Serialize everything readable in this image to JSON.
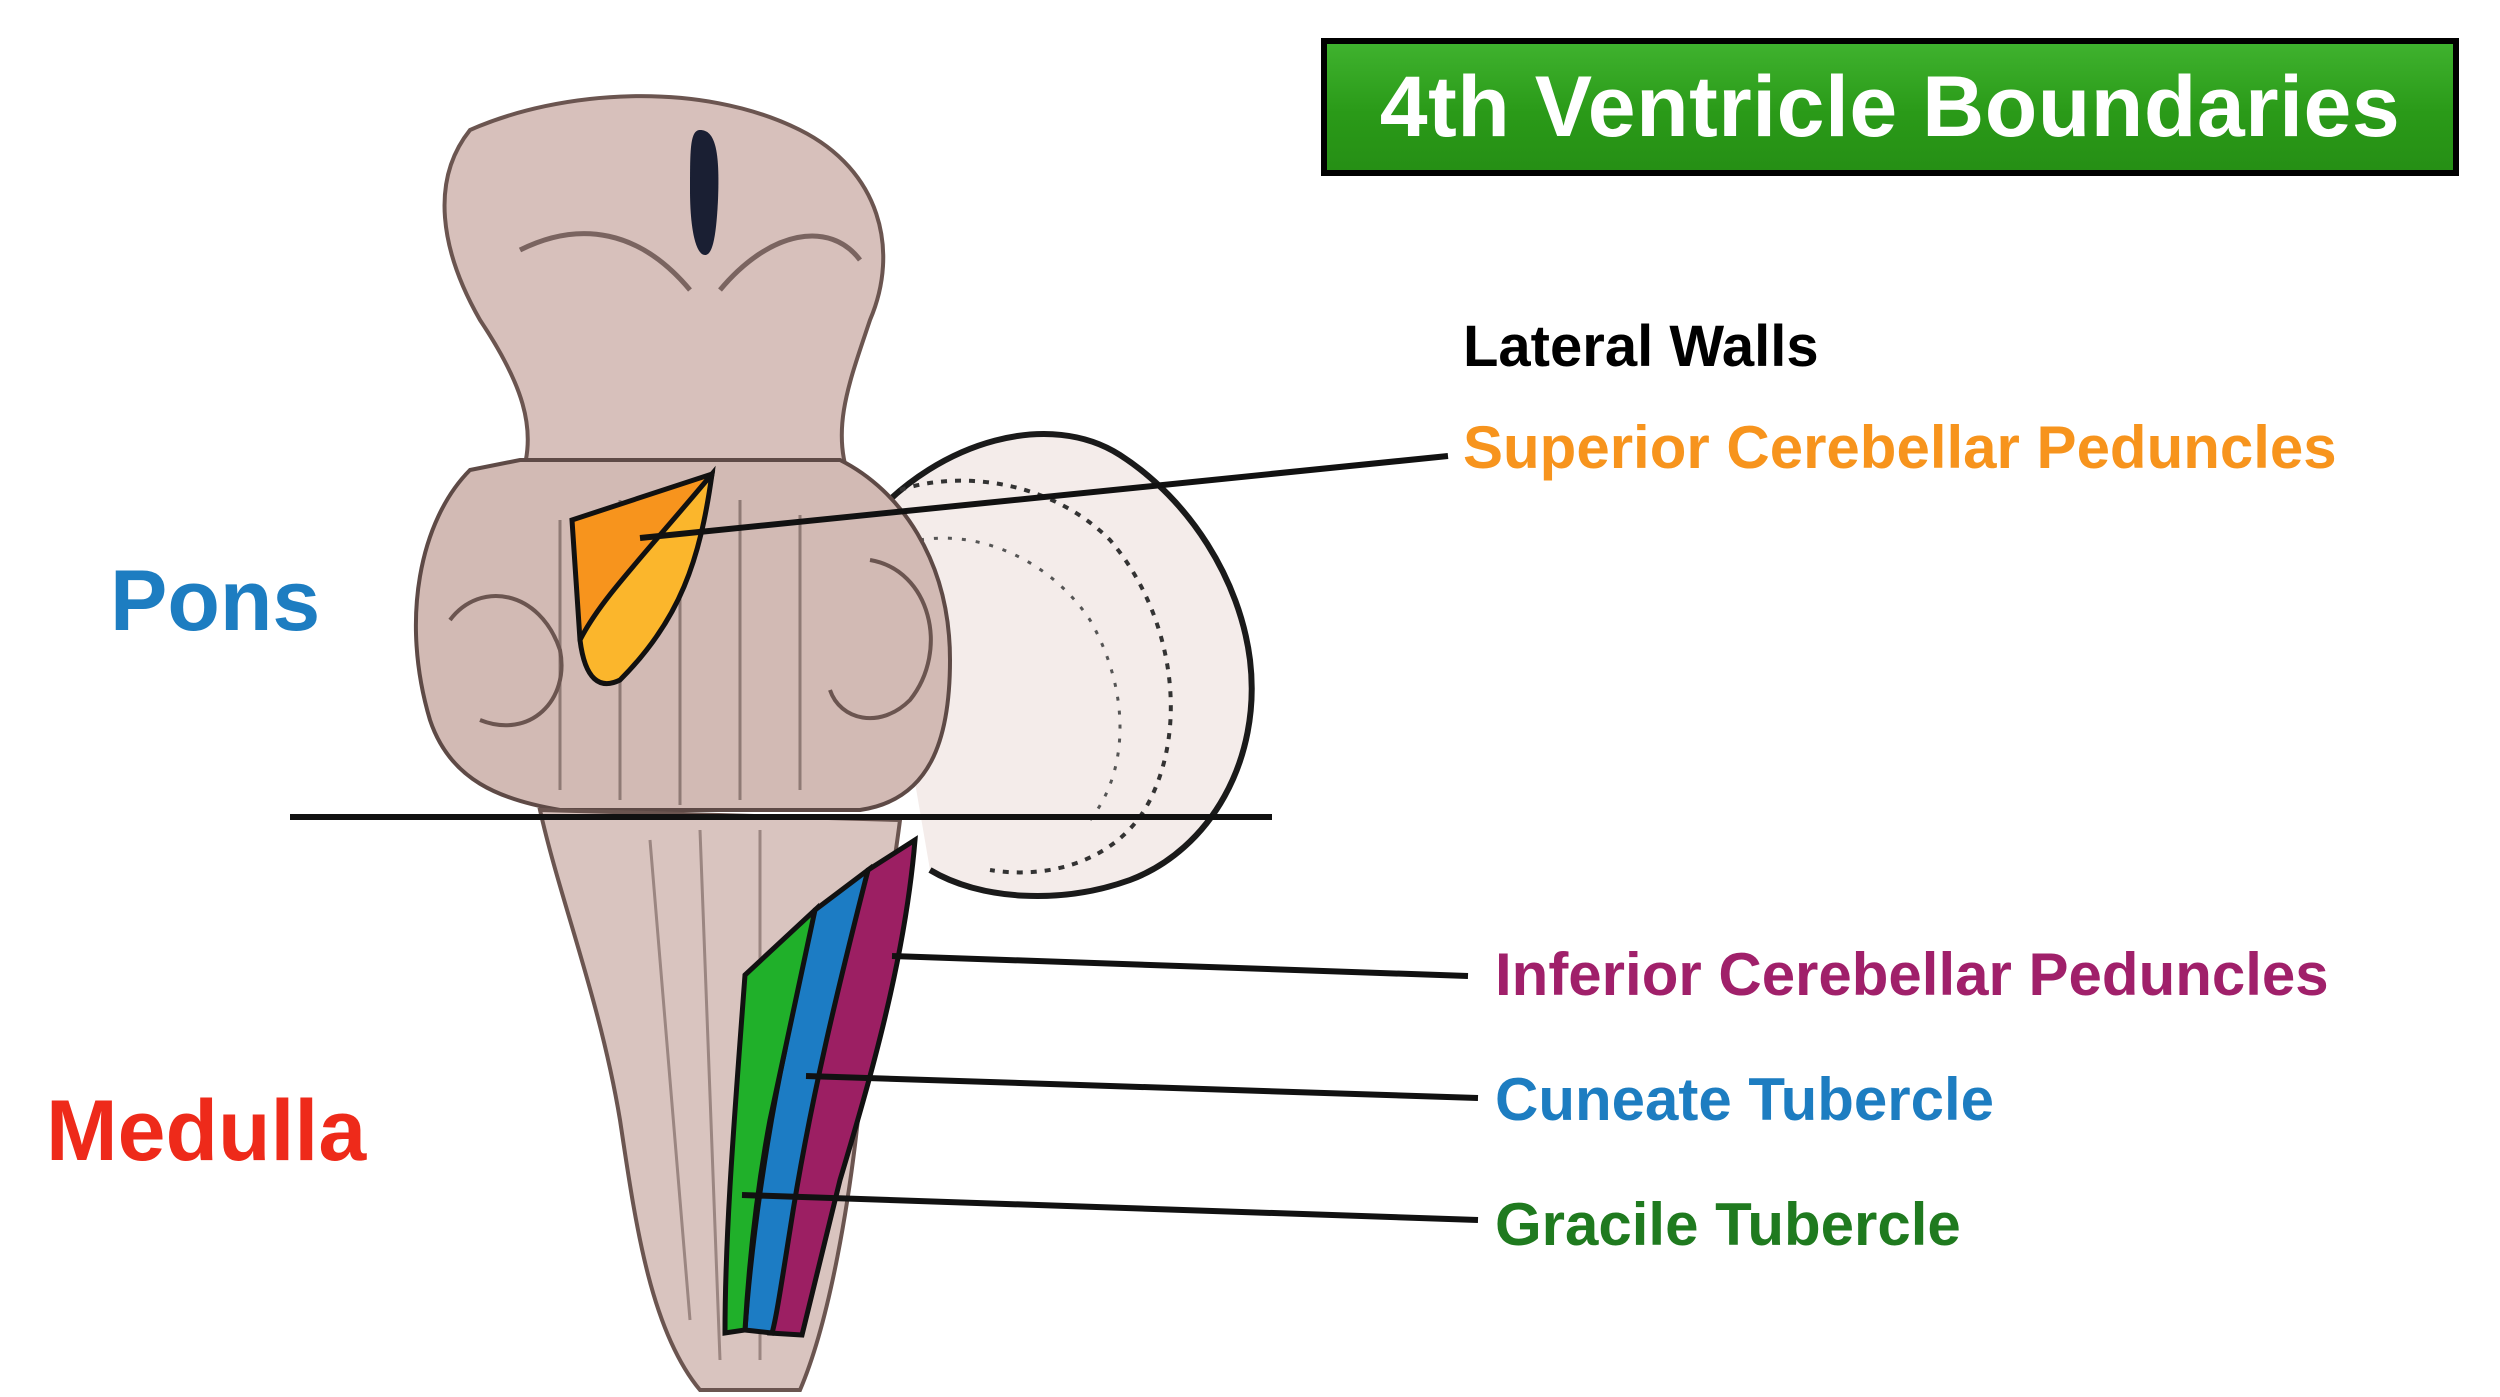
{
  "title": "4th Ventricle Boundaries",
  "heading": "Lateral Walls",
  "regions": [
    {
      "label": "Pons",
      "color": "#1d7dc1"
    },
    {
      "label": "Medulla",
      "color": "#ee2a1a"
    }
  ],
  "structures": [
    {
      "label": "Superior Cerebellar Peduncles",
      "color": "#f7941d"
    },
    {
      "label": "Inferior Cerebellar Peduncles",
      "color": "#a0206a"
    },
    {
      "label": "Cuneate Tubercle",
      "color": "#1d7dc1"
    },
    {
      "label": "Gracile Tubercle",
      "color": "#1f7a1f"
    }
  ],
  "colors": {
    "title_bg": "#2a9a18",
    "brainstem": "#d9c3be",
    "scp_fill": "#f7941d",
    "scp_fill_light": "#fbb62c",
    "icp_fill": "#9c1f63",
    "cuneate_fill": "#1c7cc4",
    "gracile_fill": "#20b02a"
  }
}
